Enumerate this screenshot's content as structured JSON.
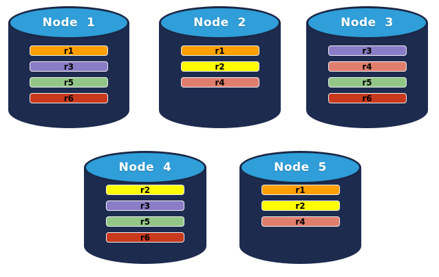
{
  "colors": {
    "background": "#ffffff",
    "cylinder_body": "#1D2B4F",
    "cylinder_border": "#1A2745",
    "cylinder_top": "#2F9ED9",
    "node_label": "#ffffff",
    "replica_label": "#000000",
    "bar_border": "#f0f0f0"
  },
  "replica_colors": {
    "r1": "#FFA000",
    "r2": "#FFFF00",
    "r3": "#8A7CC6",
    "r4": "#E07E6E",
    "r5": "#92C687",
    "r6": "#C8391E"
  },
  "nodes": [
    {
      "label": "Node  1",
      "replicas": [
        "r1",
        "r3",
        "r5",
        "r6"
      ]
    },
    {
      "label": "Node  2",
      "replicas": [
        "r1",
        "r2",
        "r4"
      ]
    },
    {
      "label": "Node  3",
      "replicas": [
        "r3",
        "r4",
        "r5",
        "r6"
      ]
    },
    {
      "label": "Node  4",
      "replicas": [
        "r2",
        "r3",
        "r5",
        "r6"
      ]
    },
    {
      "label": "Node  5",
      "replicas": [
        "r1",
        "r2",
        "r4"
      ]
    }
  ]
}
